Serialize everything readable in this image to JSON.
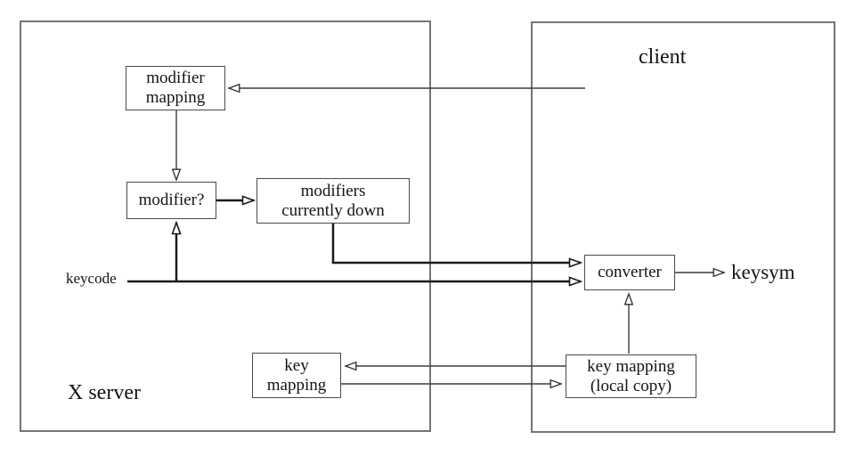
{
  "diagram": {
    "containers": {
      "x_server": {
        "label": "X server"
      },
      "client": {
        "label": "client"
      }
    },
    "boxes": {
      "modifier_mapping": {
        "label": "modifier\nmapping",
        "container": "X server"
      },
      "modifier_check": {
        "label": "modifier?",
        "container": "X server"
      },
      "modifiers_currently_down": {
        "label": "modifiers\ncurrently down",
        "container": "X server"
      },
      "converter": {
        "label": "converter",
        "container": "client"
      },
      "key_mapping": {
        "label": "key\nmapping",
        "container": "X server"
      },
      "key_mapping_local_copy": {
        "label": "key mapping\n(local copy)",
        "container": "client"
      }
    },
    "io_labels": {
      "keycode": "keycode",
      "keysym": "keysym"
    },
    "edges": [
      {
        "from": "client",
        "to": "modifier mapping",
        "style": "thin"
      },
      {
        "from": "modifier mapping",
        "to": "modifier?",
        "style": "thin"
      },
      {
        "from": "modifier?",
        "to": "modifiers currently down",
        "style": "thick"
      },
      {
        "from": "keycode",
        "to": "modifier?",
        "style": "thick"
      },
      {
        "from": "keycode",
        "to": "converter",
        "style": "thick"
      },
      {
        "from": "modifiers currently down",
        "to": "converter",
        "style": "thick"
      },
      {
        "from": "converter",
        "to": "keysym",
        "style": "thin"
      },
      {
        "from": "key mapping (local copy)",
        "to": "converter",
        "style": "thin"
      },
      {
        "from": "key mapping (local copy)",
        "to": "key mapping",
        "style": "thin"
      },
      {
        "from": "key mapping",
        "to": "key mapping (local copy)",
        "style": "thin"
      }
    ],
    "colors": {
      "background": "#ffffff",
      "container_border": "#757575",
      "box_border": "#4a4a4a",
      "line_thick": "#1a1a1a",
      "line_thin": "#3d3d3d",
      "text": "#141414",
      "arrowhead_fill": "#ffffff"
    }
  }
}
